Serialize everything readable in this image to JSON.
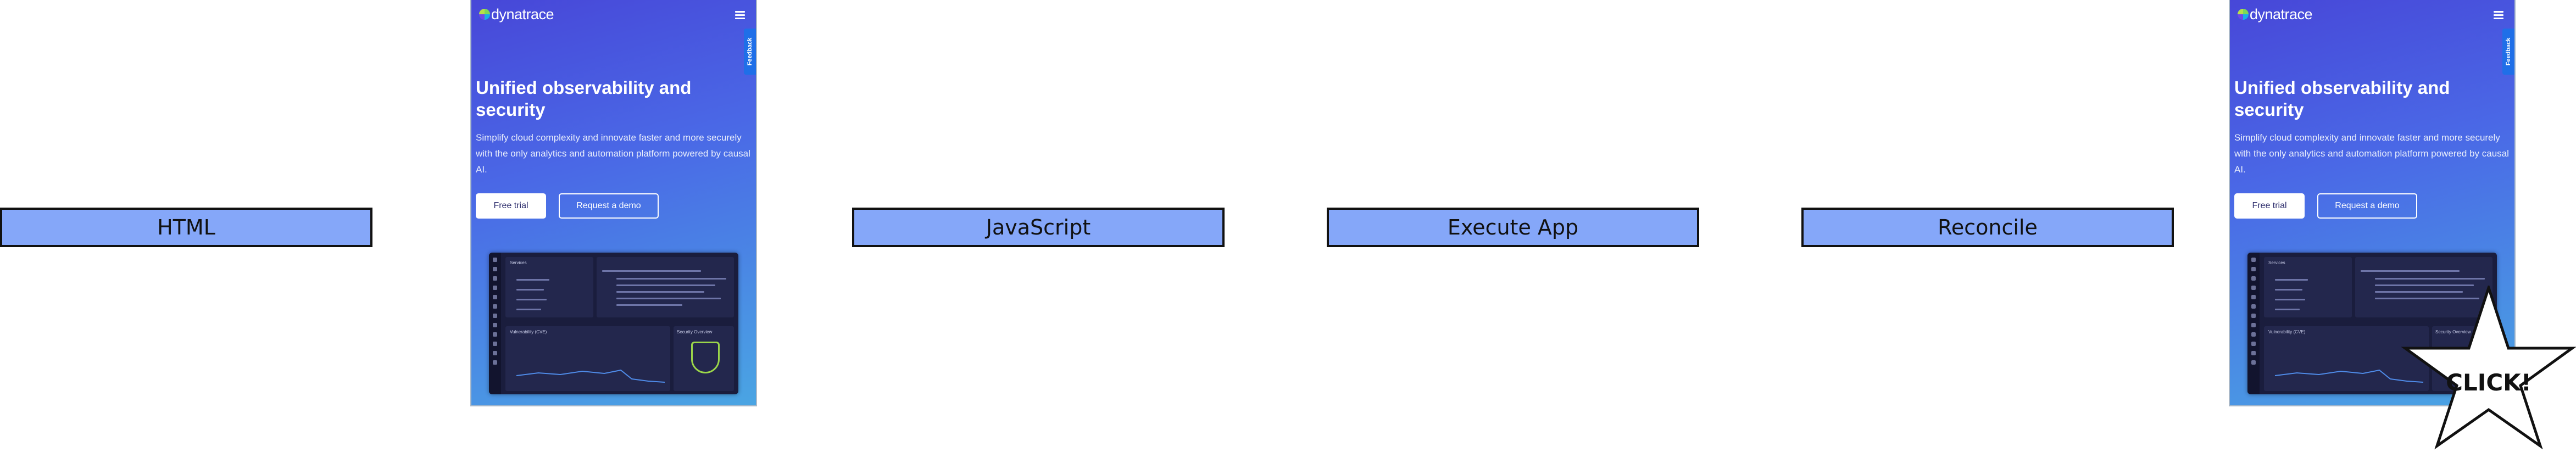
{
  "flow": {
    "step1": "HTML",
    "step2": "JavaScript",
    "step3": "Execute App",
    "step4": "Reconcile",
    "click_label": "CLICK!"
  },
  "screenshot": {
    "logo": "dynatrace",
    "feedback": "Feedback",
    "title": "Unified observability and security",
    "subtitle": "Simplify cloud complexity and innovate faster and more securely with the only analytics and automation platform powered by causal AI.",
    "primary_cta": "Free trial",
    "secondary_cta": "Request a demo",
    "dashboard": {
      "panel_a_title": "Services",
      "panel_b_title": "Vulnerability (CVE)",
      "panel_c_title": "Security Overview"
    }
  },
  "colors": {
    "box_fill": "#85a7f9",
    "gradient_top": "#4747d8",
    "gradient_bottom": "#4aa5e3"
  }
}
